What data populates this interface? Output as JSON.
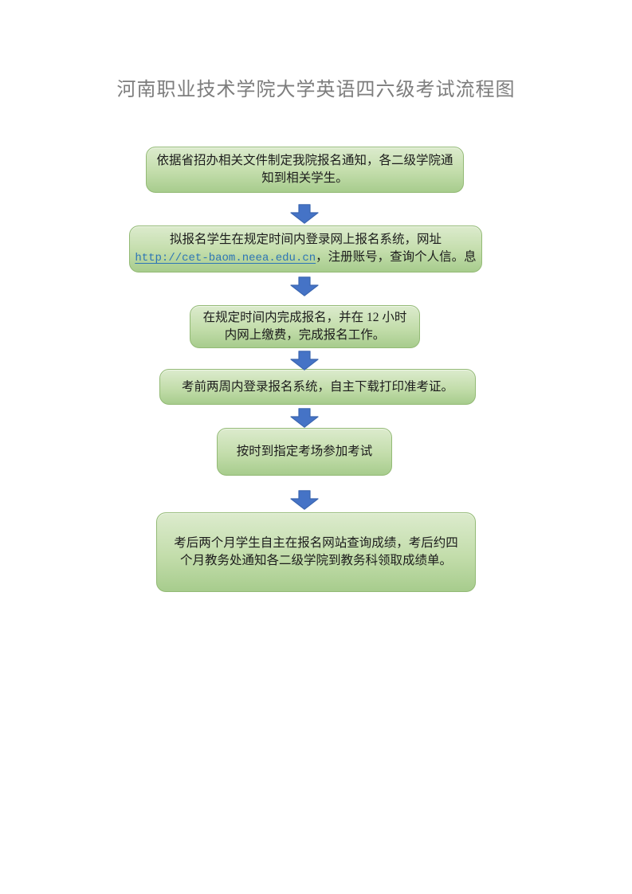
{
  "title": "河南职业技术学院大学英语四六级考试流程图",
  "flowchart": {
    "colors": {
      "box_fill_top": "#dcebcd",
      "box_fill_bottom": "#a7cc8d",
      "box_border": "#93ba75",
      "arrow_fill": "#4573c6",
      "arrow_border": "#3b66b0",
      "link_color": "#2e75b6",
      "title_color": "#7d7d7d",
      "text_color": "#1c1c1c"
    },
    "steps": [
      {
        "text": "依据省招办相关文件制定我院报名通知，各二级学院通知到相关学生。"
      },
      {
        "line1": "拟报名学生在规定时间内登录网上报名系统，网址",
        "link": "http://cet-baom.neea.edu.cn",
        "line2_after_link": "，注册账号，查询个人信。息"
      },
      {
        "text": "在规定时间内完成报名，并在 12 小时内网上缴费，完成报名工作。"
      },
      {
        "text": "考前两周内登录报名系统，自主下载打印准考证。"
      },
      {
        "text": "按时到指定考场参加考试"
      },
      {
        "text": "考后两个月学生自主在报名网站查询成绩，考后约四个月教务处通知各二级学院到教务科领取成绩单。"
      }
    ]
  }
}
